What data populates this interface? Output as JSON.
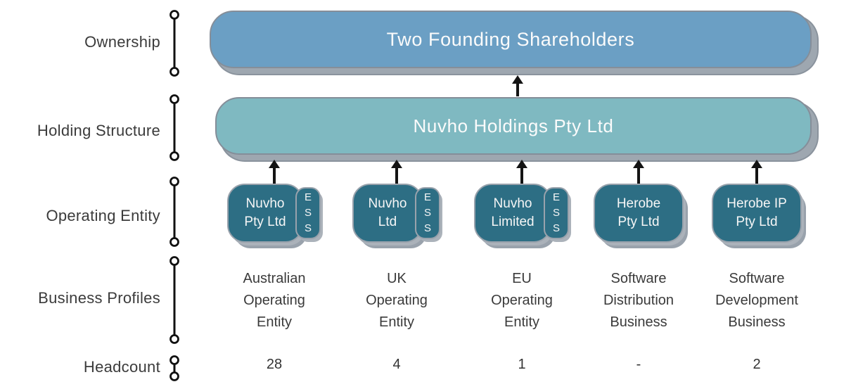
{
  "rows": {
    "ownership": "Ownership",
    "holding_structure": "Holding Structure",
    "operating_entity": "Operating Entity",
    "business_profiles": "Business Profiles",
    "headcount": "Headcount"
  },
  "ownership_box": {
    "label": "Two Founding Shareholders"
  },
  "holding_box": {
    "label": "Nuvho Holdings Pty Ltd"
  },
  "entities": [
    {
      "name": "Nuvho\nPty Ltd",
      "ess": "E\nS\nS",
      "profile": "Australian\nOperating\nEntity",
      "headcount": "28"
    },
    {
      "name": "Nuvho\nLtd",
      "ess": "E\nS\nS",
      "profile": "UK\nOperating\nEntity",
      "headcount": "4"
    },
    {
      "name": "Nuvho\nLimited",
      "ess": "E\nS\nS",
      "profile": "EU\nOperating\nEntity",
      "headcount": "1"
    },
    {
      "name": "Herobe\nPty Ltd",
      "profile": "Software\nDistribution\nBusiness",
      "headcount": "-"
    },
    {
      "name": "Herobe IP\nPty Ltd",
      "profile": "Software\nDevelopment\nBusiness",
      "headcount": "2"
    }
  ],
  "colors": {
    "shareholders_fill": "#6b9fc4",
    "holdings_fill": "#7fb9c1",
    "entity_fill": "#2d6e84",
    "shadow_gray": "#9ea7b0",
    "border_gray": "#99a2ac",
    "arrow_black": "#141414",
    "text_dark": "#3b3b3b"
  }
}
